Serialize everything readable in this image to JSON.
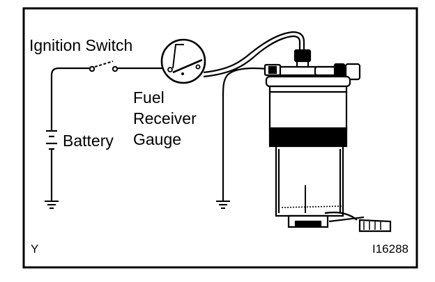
{
  "diagram": {
    "labels": {
      "ignition_switch": "Ignition Switch",
      "fuel_receiver_gauge": [
        "Fuel",
        "Receiver",
        "Gauge"
      ],
      "battery": "Battery",
      "corner_code": "Y",
      "figure_id": "I16288"
    },
    "colors": {
      "ink": "#000000",
      "background": "#ffffff"
    }
  }
}
